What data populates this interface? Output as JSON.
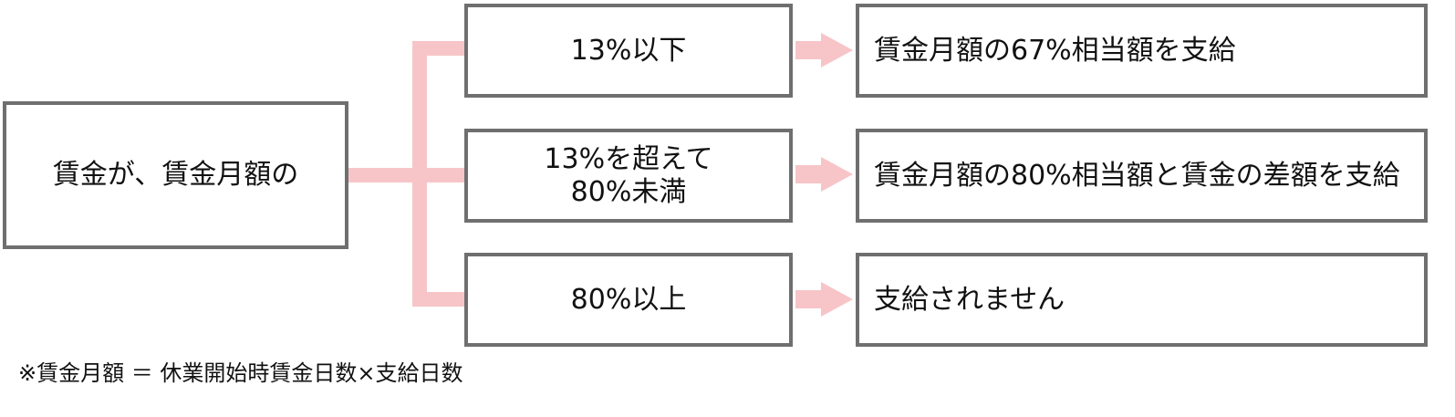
{
  "source": {
    "label": "賃金が、賃金月額の"
  },
  "conditions": [
    {
      "lines": [
        "13%以下"
      ]
    },
    {
      "lines": [
        "13%を超えて",
        "80%未満"
      ]
    },
    {
      "lines": [
        "80%以上"
      ]
    }
  ],
  "results": [
    "賃金月額の67%相当額を支給",
    "賃金月額の80%相当額と賃金の差額を支給",
    "支給されません"
  ],
  "footnote": "※賃金月額 ＝ 休業開始時賃金日数×支給日数",
  "colors": {
    "connector": "#f7c5c8",
    "border": "#6f6f6f",
    "text": "#111111"
  }
}
